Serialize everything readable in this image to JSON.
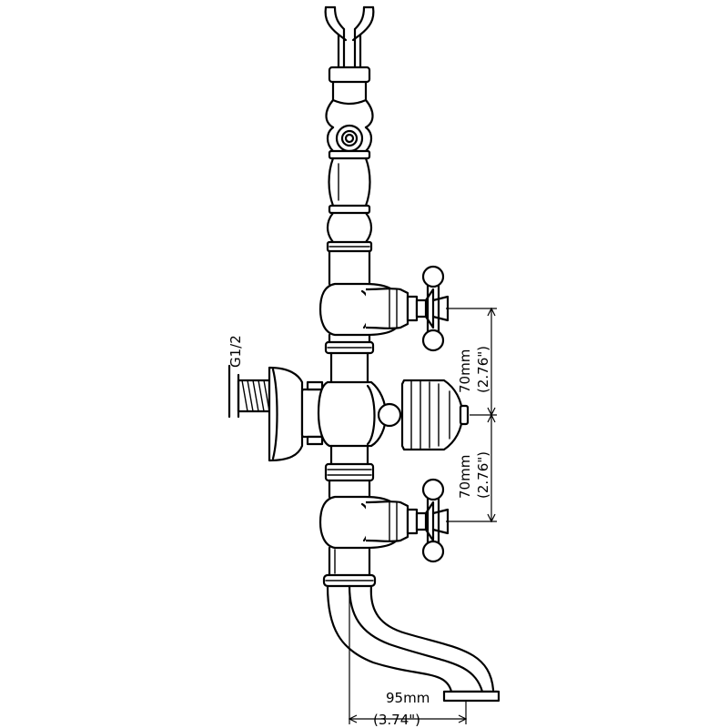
{
  "dimensions": {
    "thread": "G1/2",
    "upper_spacing_mm": "70mm",
    "upper_spacing_in": "(2.76\")",
    "lower_spacing_mm": "70mm",
    "lower_spacing_in": "(2.76\")",
    "spout_reach_mm": "95mm",
    "spout_reach_in": "(3.74\")"
  }
}
